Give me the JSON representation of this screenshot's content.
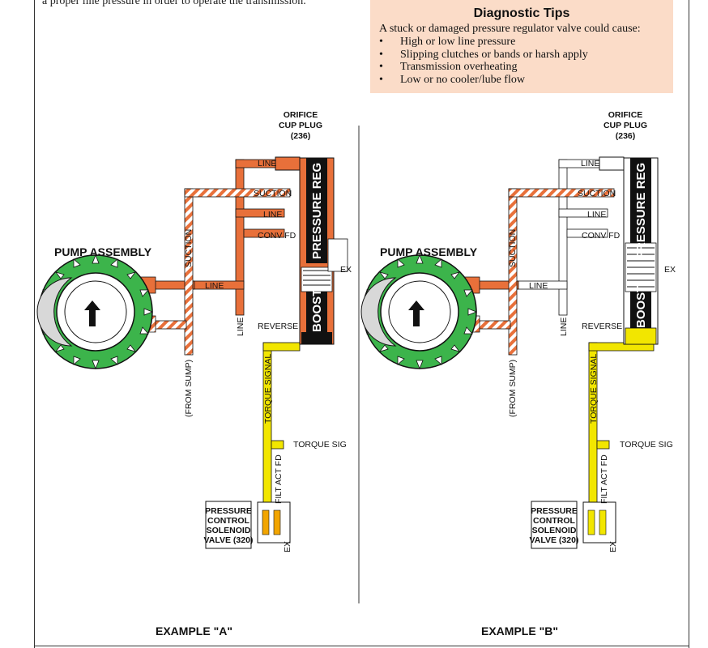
{
  "top_text": "a proper line pressure in order to operate the transmission.",
  "tips": {
    "title": "Diagnostic Tips",
    "intro": "A stuck or damaged pressure regulator valve could cause:",
    "items": [
      "High or low line pressure",
      "Slipping clutches or bands or harsh apply",
      "Transmission overheating",
      "Low or no cooler/lube flow"
    ]
  },
  "labels": {
    "orifice_line1": "ORIFICE",
    "orifice_line2": "CUP PLUG",
    "orifice_num": "(236)",
    "line": "LINE",
    "suction": "SUCTION",
    "conv_fd": "CONV FD",
    "ex": "EX",
    "pump_assembly": "PUMP ASSEMBLY",
    "reverse": "REVERSE",
    "from_sump": "(FROM SUMP)",
    "torque_signal": "TORQUE SIGNAL",
    "torque_sig": "TORQUE SIG",
    "filt_act_fd": "FILT ACT FD",
    "pressure_reg": "PRESSURE REG",
    "boost": "BOOST",
    "pcs_line1": "PRESSURE",
    "pcs_line2": "CONTROL",
    "pcs_line3": "SOLENOID",
    "pcs_line4": "VALVE (320)"
  },
  "examples": [
    "EXAMPLE \"A\"",
    "EXAMPLE \"B\""
  ],
  "colors": {
    "line_oil": "#e8703a",
    "suction": "#e8703a",
    "torque": "#f2e600",
    "pump_green": "#3cb44b",
    "tips_bg": "#fbdcc8"
  }
}
